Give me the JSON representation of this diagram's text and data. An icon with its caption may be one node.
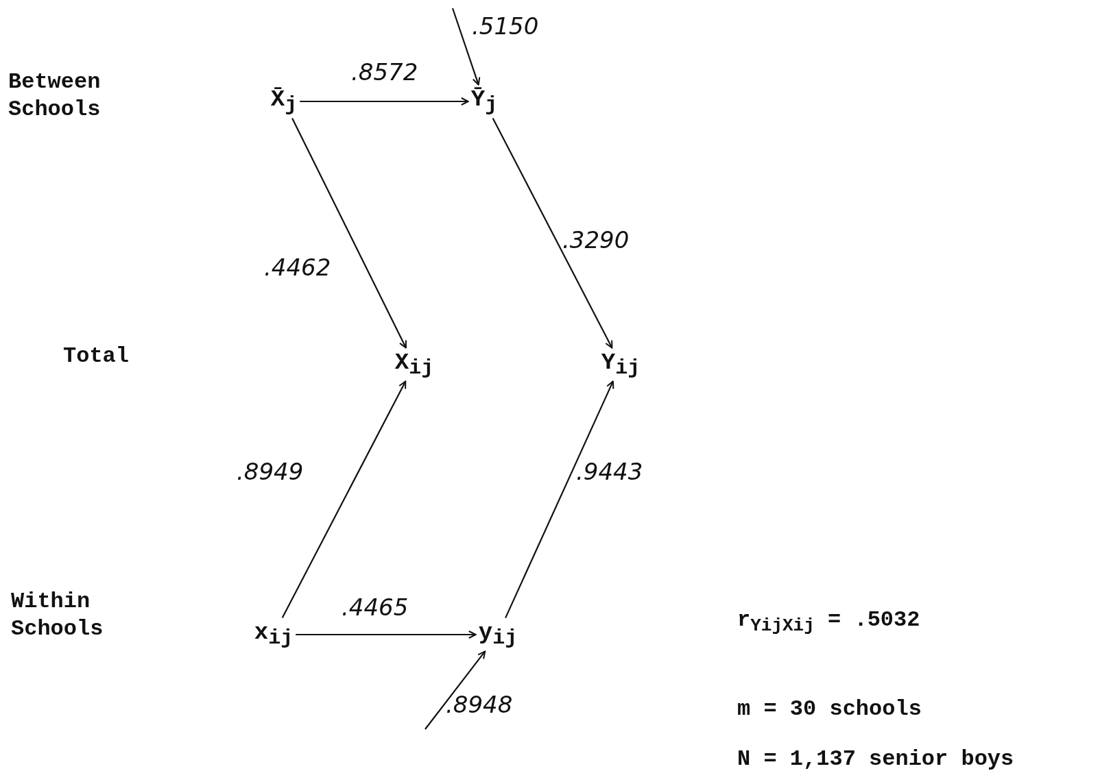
{
  "diagram": {
    "nodes": [
      {
        "text": [
          "X̄$_{j}$"
        ]
      },
      {
        "text": [
          "Ȳ$_{j}$"
        ]
      },
      {
        "text": [
          "X$_{ij}$"
        ]
      },
      {
        "text": [
          "Y$_{ij}$"
        ]
      },
      {
        "text": [
          "x$_{ij}$"
        ]
      },
      {
        "text": [
          "y$_{ij}$"
        ]
      }
    ],
    "edges": [
      {
        "from": 0,
        "to": 1,
        "arrow": "to",
        "label": ".8572"
      },
      {
        "from": 0,
        "to": 2,
        "arrow": "to",
        "label": ".4462"
      },
      {
        "from": 1,
        "to": 3,
        "arrow": "to",
        "label": ".3290"
      },
      {
        "from": 4,
        "to": 2,
        "arrow": "to",
        "label": ".8949"
      },
      {
        "from": 5,
        "to": 3,
        "arrow": "to",
        "label": ".9443"
      },
      {
        "from": 4,
        "to": 5,
        "arrow": "to",
        "label": ".4465"
      },
      {
        "from": null,
        "to": 1,
        "arrow": "to",
        "label": ".5150"
      },
      {
        "from": null,
        "to": 5,
        "arrow": "to",
        "label": ".8948"
      }
    ],
    "labels": [
      "Between Schools",
      "Total",
      "Within Schools",
      "r$_{YijXij}$ = .5032",
      "m = 30 schools",
      "N = 1,137 senior boys"
    ]
  }
}
